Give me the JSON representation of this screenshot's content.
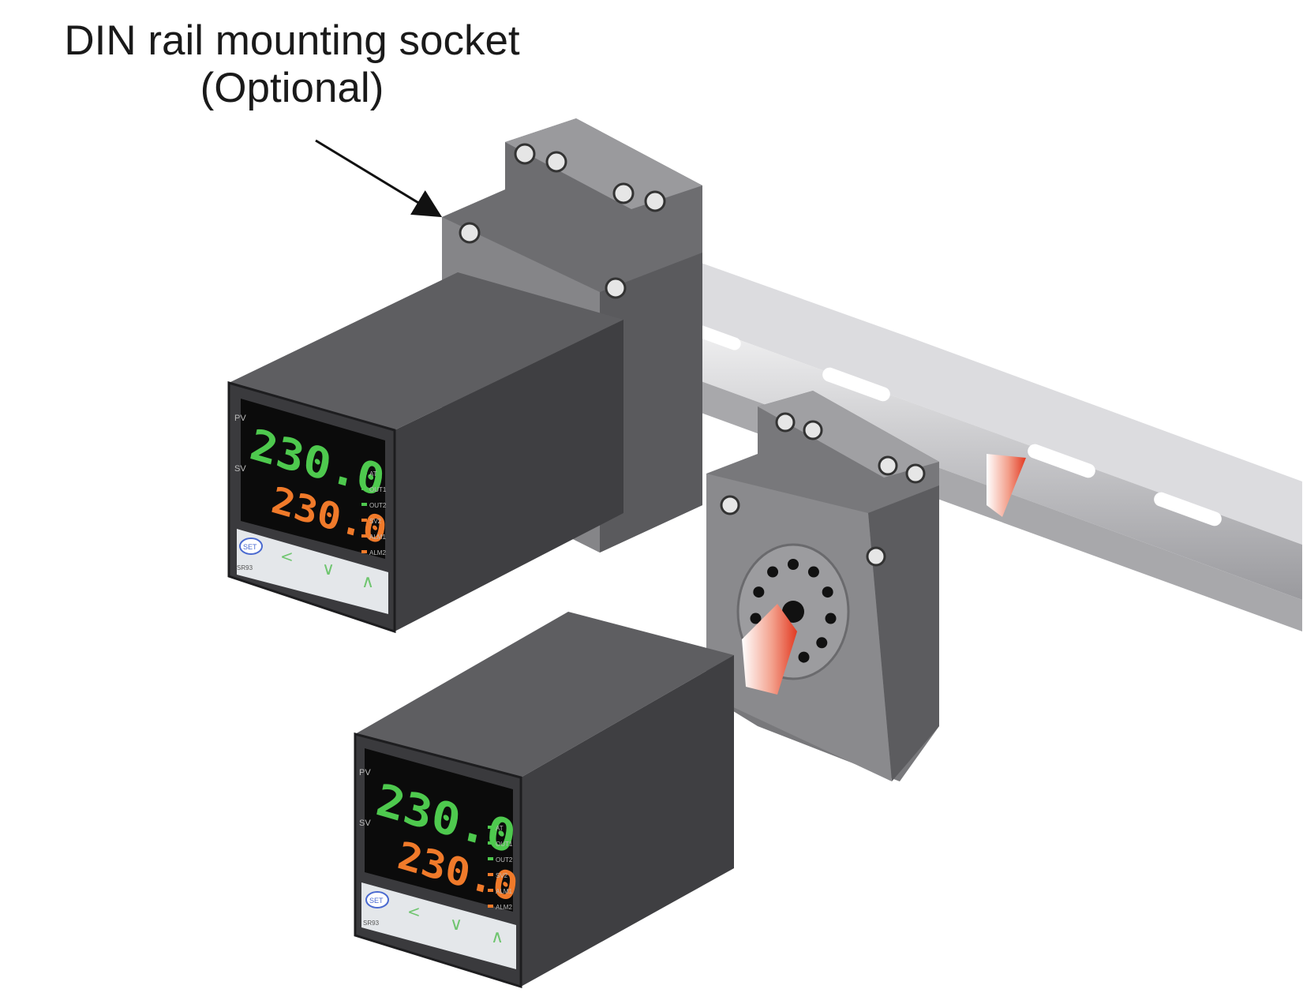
{
  "callout": {
    "line1": "DIN rail mounting socket",
    "line2": "(Optional)"
  },
  "controller_upper": {
    "pv_label": "PV",
    "sv_label": "SV",
    "pv_value": "230.0",
    "sv_value": "230.0",
    "indicators": [
      "AT",
      "OUT1",
      "OUT2",
      "SV2",
      "ALM1",
      "ALM2"
    ],
    "set_key": "SET",
    "model": "SR93"
  },
  "controller_lower": {
    "pv_label": "PV",
    "sv_label": "SV",
    "pv_value": "230.0",
    "sv_value": "230.0",
    "indicators": [
      "AT",
      "OUT1",
      "OUT2",
      "SV2",
      "ALM1",
      "ALM2"
    ],
    "set_key": "SET",
    "model": "SR93"
  },
  "colors": {
    "pv_green": "#4ec94e",
    "sv_orange": "#f07a2a",
    "housing_dark": "#4a4a4c",
    "socket_gray": "#7d7d80",
    "rail_silver": "#c9c9cc",
    "arrow_red": "#e8402a"
  }
}
